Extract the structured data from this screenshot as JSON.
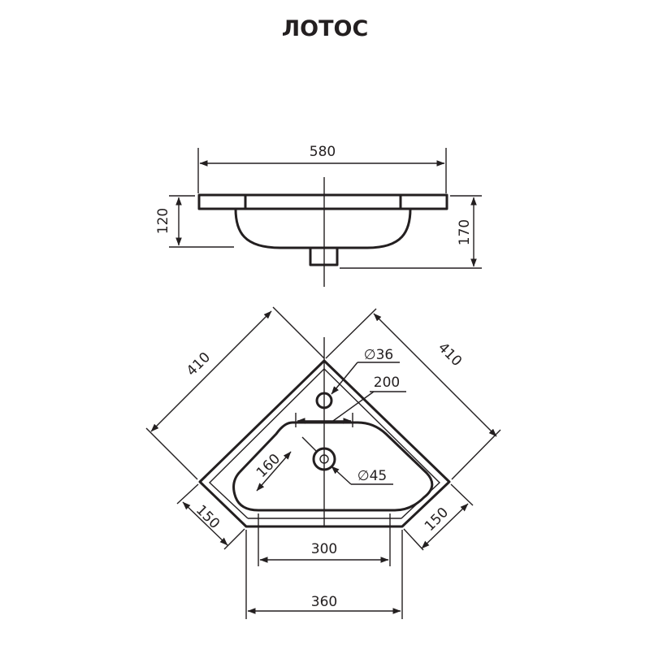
{
  "title": "ЛОТОС",
  "side_view": {
    "width": "580",
    "rim_height": "120",
    "total_height": "170"
  },
  "top_view": {
    "side_left": "410",
    "side_right": "410",
    "tap_hole": "∅36",
    "tap_offset": "200",
    "bowl_depth": "160",
    "drain_hole": "∅45",
    "corner_left": "150",
    "corner_right": "150",
    "bowl_width": "300",
    "front_width": "360"
  }
}
